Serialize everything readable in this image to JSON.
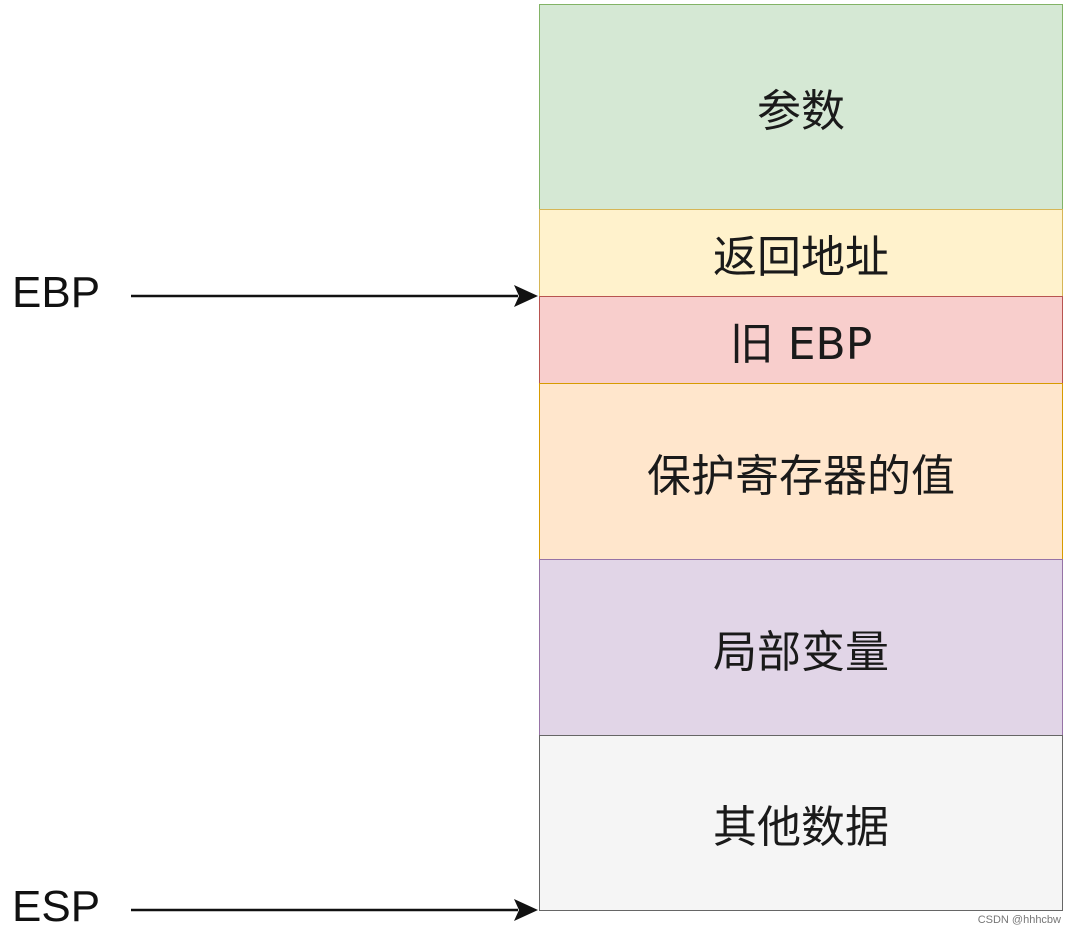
{
  "blocks": [
    {
      "label": "参数",
      "fill": "#d5e8d4",
      "stroke": "#82b366"
    },
    {
      "label": "返回地址",
      "fill": "#fff2cc",
      "stroke": "#d6b656"
    },
    {
      "label": "旧 EBP",
      "fill": "#f8cecc",
      "stroke": "#b85450"
    },
    {
      "label": "保护寄存器的值",
      "fill": "#ffe6cc",
      "stroke": "#d79b00"
    },
    {
      "label": "局部变量",
      "fill": "#e1d5e7",
      "stroke": "#9673a6"
    },
    {
      "label": "其他数据",
      "fill": "#f5f5f5",
      "stroke": "#666666"
    }
  ],
  "pointers": [
    {
      "label": "EBP"
    },
    {
      "label": "ESP"
    }
  ],
  "watermark": "CSDN @hhhcbw"
}
